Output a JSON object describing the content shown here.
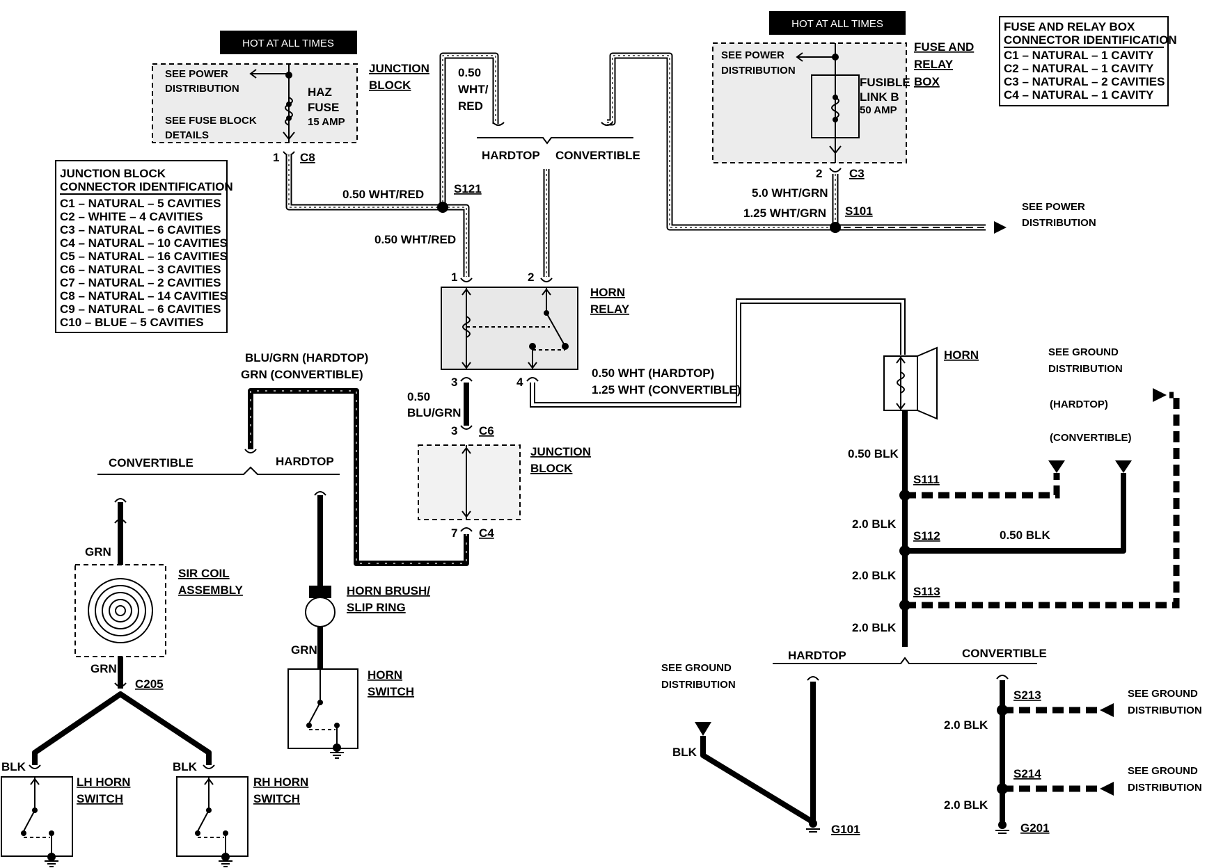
{
  "banners": {
    "hot_left": "HOT AT ALL TIMES",
    "hot_right": "HOT AT ALL TIMES"
  },
  "labels": {
    "junction_block_top": [
      "JUNCTION",
      "BLOCK"
    ],
    "see_power_dist_left": [
      "SEE POWER",
      "DISTRIBUTION"
    ],
    "see_fuse_block": [
      "SEE FUSE BLOCK",
      "DETAILS"
    ],
    "haz_fuse": [
      "HAZ",
      "FUSE",
      "15 AMP"
    ],
    "c8": "C8",
    "c8_pin": "1",
    "wht_red_top": [
      "0.50",
      "WHT/",
      "RED"
    ],
    "hardtop_top": "HARDTOP",
    "convertible_top": "CONVERTIBLE",
    "wire_050_whtred_1": "0.50 WHT/RED",
    "s121": "S121",
    "wire_050_whtred_2": "0.50 WHT/RED",
    "relay_pin1": "1",
    "relay_pin2": "2",
    "relay_pin3": "3",
    "relay_pin4": "4",
    "horn_relay": [
      "HORN",
      "RELAY"
    ],
    "fuse_relay_box": [
      "FUSE AND",
      "RELAY",
      "BOX"
    ],
    "see_power_dist_fr": [
      "SEE POWER",
      "DISTRIBUTION"
    ],
    "fusible_link": [
      "FUSIBLE",
      "LINK B",
      "50 AMP"
    ],
    "c3": "C3",
    "c3_pin": "2",
    "wire_50_whtgrn": "5.0 WHT/GRN",
    "wire_125_whtgrn": "1.25 WHT/GRN",
    "s101": "S101",
    "see_power_dist_right": [
      "SEE POWER",
      "DISTRIBUTION"
    ],
    "blugrn_hardtop": "BLU/GRN (HARDTOP)",
    "grn_convertible": "GRN (CONVERTIBLE)",
    "wire_050_blugrn": [
      "0.50",
      "BLU/GRN"
    ],
    "c6": "C6",
    "c6_pin": "3",
    "junction_block_mid": [
      "JUNCTION",
      "BLOCK"
    ],
    "c4": "C4",
    "c4_pin": "7",
    "wht_hardtop": "0.50 WHT (HARDTOP)",
    "wht_convertible": "1.25 WHT (CONVERTIBLE)",
    "horn": "HORN",
    "see_ground_top": [
      "SEE GROUND",
      "DISTRIBUTION"
    ],
    "hardtop_paren": "(HARDTOP)",
    "convertible_paren": "(CONVERTIBLE)",
    "wire_050_blk": "0.50 BLK",
    "s111": "S111",
    "wire_20_blk_1": "2.0 BLK",
    "s112": "S112",
    "wire_050_blk_2": "0.50 BLK",
    "wire_20_blk_2": "2.0 BLK",
    "s113": "S113",
    "wire_20_blk_3": "2.0 BLK",
    "hardtop_bottom": "HARDTOP",
    "convertible_bottom": "CONVERTIBLE",
    "see_ground_left": [
      "SEE GROUND",
      "DISTRIBUTION"
    ],
    "blk_g101": "BLK",
    "g101": "G101",
    "s213": "S213",
    "wire_20_blk_4": "2.0 BLK",
    "see_ground_s213": [
      "SEE GROUND",
      "DISTRIBUTION"
    ],
    "s214": "S214",
    "wire_20_blk_5": "2.0 BLK",
    "see_ground_s214": [
      "SEE GROUND",
      "DISTRIBUTION"
    ],
    "g201": "G201",
    "convertible_left": "CONVERTIBLE",
    "hardtop_left": "HARDTOP",
    "grn_1": "GRN",
    "sir_coil": [
      "SIR COIL",
      "ASSEMBLY"
    ],
    "grn_2": "GRN",
    "c205": "C205",
    "horn_brush": [
      "HORN BRUSH/",
      "SLIP RING"
    ],
    "grn_3": "GRN",
    "horn_switch": [
      "HORN",
      "SWITCH"
    ],
    "blk_lh": "BLK",
    "lh_horn_switch": [
      "LH HORN",
      "SWITCH"
    ],
    "blk_rh": "BLK",
    "rh_horn_switch": [
      "RH HORN",
      "SWITCH"
    ]
  },
  "tables": {
    "junction_block_ids": {
      "title": [
        "JUNCTION BLOCK",
        "CONNECTOR IDENTIFICATION"
      ],
      "rows": [
        "C1 – NATURAL – 5 CAVITIES",
        "C2 – WHITE – 4 CAVITIES",
        "C3 – NATURAL – 6 CAVITIES",
        "C4 – NATURAL – 10 CAVITIES",
        "C5 – NATURAL – 16 CAVITIES",
        "C6 – NATURAL – 3 CAVITIES",
        "C7 – NATURAL – 2 CAVITIES",
        "C8 – NATURAL – 14 CAVITIES",
        "C9 – NATURAL – 6 CAVITIES",
        "C10 – BLUE – 5 CAVITIES"
      ]
    },
    "fuse_relay_ids": {
      "title": [
        "FUSE AND RELAY BOX",
        "CONNECTOR IDENTIFICATION"
      ],
      "rows": [
        "C1 – NATURAL – 1 CAVITY",
        "C2 – NATURAL – 1 CAVITY",
        "C3 – NATURAL – 2 CAVITIES",
        "C4 – NATURAL – 1 CAVITY"
      ]
    }
  }
}
